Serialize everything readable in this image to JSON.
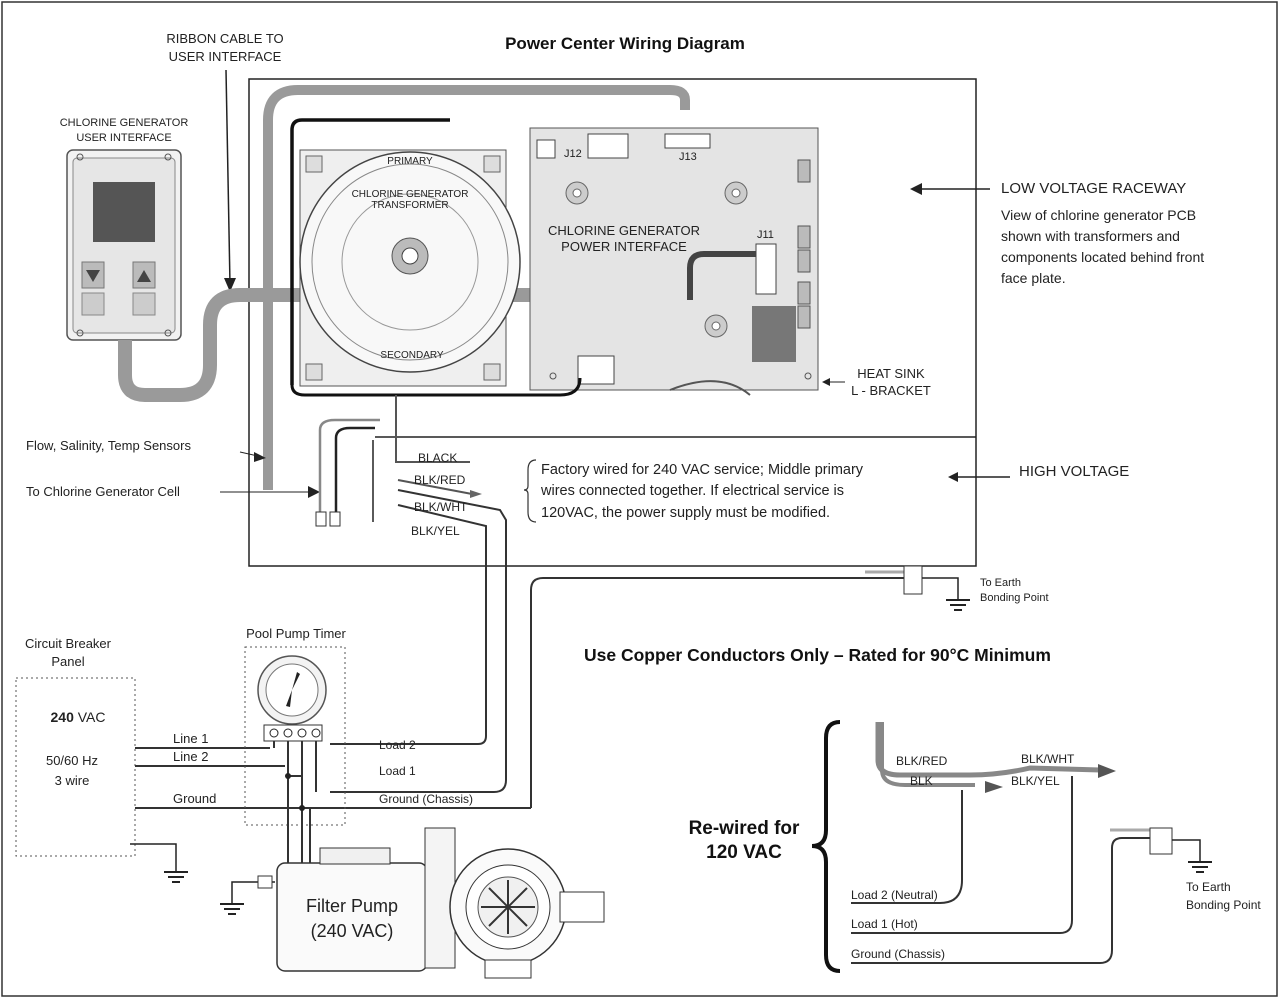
{
  "title": "Power Center Wiring Diagram",
  "labels": {
    "ribbon_cable_1": "RIBBON CABLE TO",
    "ribbon_cable_2": "USER INTERFACE",
    "ui_1": "CHLORINE GENERATOR",
    "ui_2": "USER INTERFACE",
    "primary": "PRIMARY",
    "transformer_1": "CHLORINE GENERATOR",
    "transformer_2": "TRANSFORMER",
    "secondary": "SECONDARY",
    "j12": "J12",
    "j13": "J13",
    "j11": "J11",
    "pcb_1": "CHLORINE GENERATOR",
    "pcb_2": "POWER INTERFACE",
    "low_voltage": "LOW VOLTAGE RACEWAY",
    "pcb_note_1": "View of chlorine generator PCB",
    "pcb_note_2": "shown with transformers and",
    "pcb_note_3": "components located behind front",
    "pcb_note_4": "face plate.",
    "heat_sink_1": "HEAT SINK",
    "heat_sink_2": "L - BRACKET",
    "high_voltage": "HIGH VOLTAGE",
    "factory_1": "Factory wired for 240 VAC service; Middle primary",
    "factory_2": "wires connected together.  If electrical service is",
    "factory_3": "120VAC, the power supply must be modified.",
    "sensors": "Flow, Salinity, Temp Sensors",
    "cell": "To Chlorine Generator Cell",
    "earth_1": "To Earth",
    "earth_2": "Bonding Point",
    "copper": "Use Copper Conductors Only  –   Rated for 90°C Minimum",
    "breaker_1": "Circuit Breaker",
    "breaker_2": "Panel",
    "voltage_num": "240",
    "voltage_unit": "VAC",
    "freq": "50/60 Hz",
    "wires3": "3 wire",
    "line1": "Line 1",
    "line2": "Line 2",
    "ground": "Ground",
    "load2": "Load 2",
    "load1": "Load 1",
    "ground_chassis": "Ground (Chassis)",
    "timer": "Pool Pump Timer",
    "pump_1": "Filter Pump",
    "pump_2": "(240 VAC)",
    "rewired_1": "Re-wired for",
    "rewired_2": "120 VAC"
  },
  "wires": {
    "black": "BLACK",
    "blk_red": "BLK/RED",
    "blk_wht": "BLK/WHT",
    "blk_yel": "BLK/YEL"
  },
  "rewire": {
    "blk_red": "BLK/RED",
    "blk": "BLK",
    "blk_wht": "BLK/WHT",
    "blk_yel": "BLK/YEL",
    "load2": "Load 2 (Neutral)",
    "load1": "Load 1 (Hot)",
    "ground": "Ground (Chassis)"
  }
}
